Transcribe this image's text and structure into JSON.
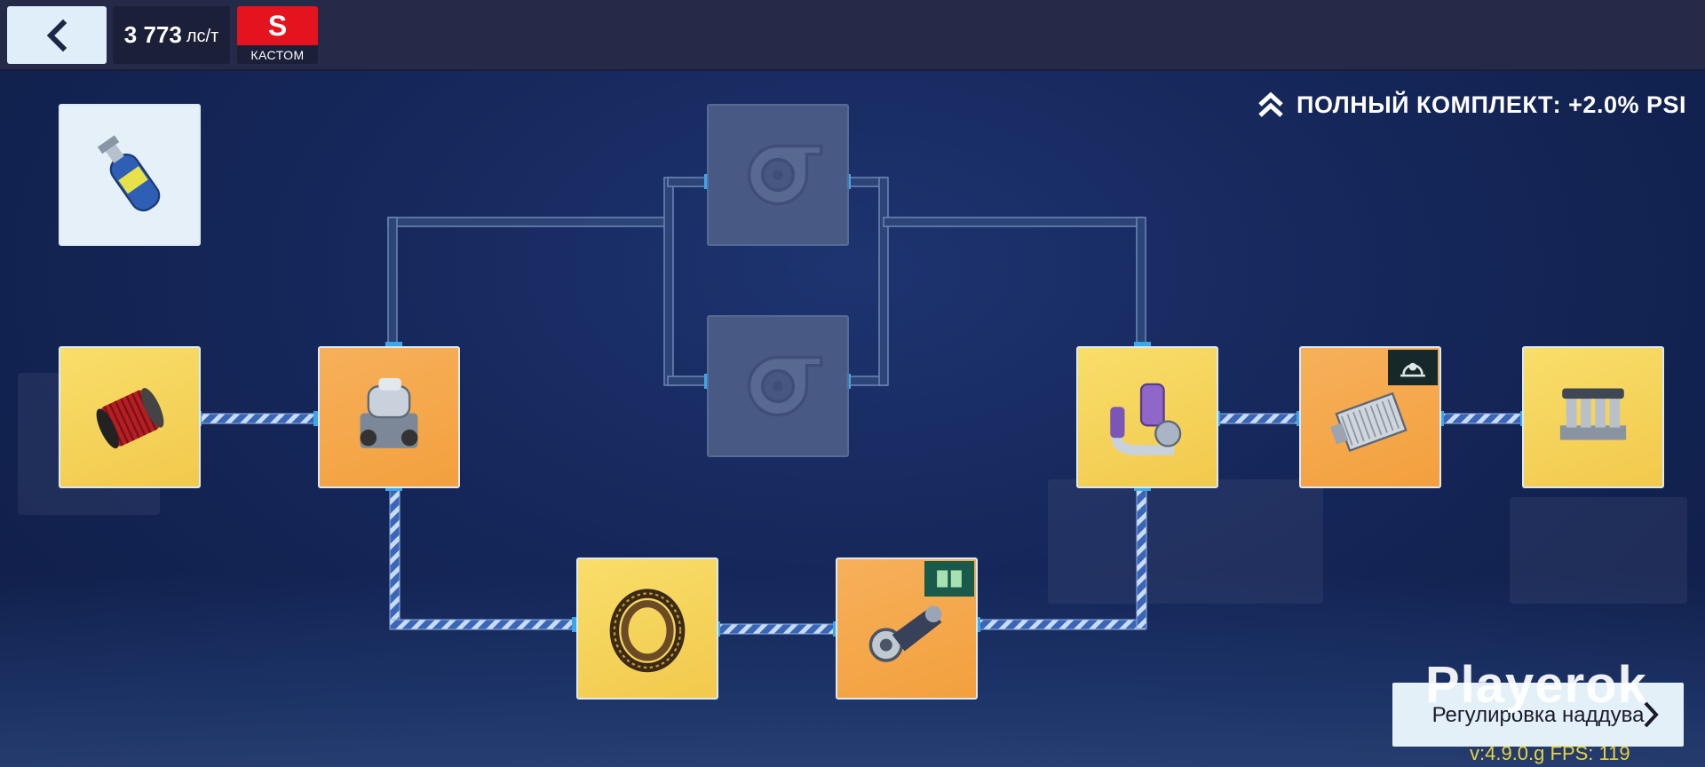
{
  "header": {
    "back_icon": "chevron-left-icon",
    "power_value": "3 773",
    "power_unit": "лс/т",
    "class_letter": "S",
    "class_label": "КАСТОМ",
    "class_color": "#e4141f"
  },
  "bonus": {
    "icon": "double-chevron-up-icon",
    "text": "ПОЛНЫЙ КОМПЛЕКТ: +2.0% PSI"
  },
  "parts": [
    {
      "id": "nitrous",
      "icon": "nitrous-bottle-icon",
      "color": "white",
      "state": "installed"
    },
    {
      "id": "air-filter",
      "icon": "air-filter-icon",
      "color": "yellow",
      "state": "installed"
    },
    {
      "id": "supercharger",
      "icon": "supercharger-icon",
      "color": "orange",
      "state": "installed"
    },
    {
      "id": "turbo-1",
      "icon": "turbo-icon",
      "color": "gray",
      "state": "locked"
    },
    {
      "id": "turbo-2",
      "icon": "turbo-icon",
      "color": "gray",
      "state": "locked"
    },
    {
      "id": "belt",
      "icon": "drive-belt-icon",
      "color": "yellow",
      "state": "installed"
    },
    {
      "id": "pulley",
      "icon": "pulley-icon",
      "color": "orange",
      "state": "installed",
      "badge": "book-icon"
    },
    {
      "id": "intake-pipe",
      "icon": "intake-pipe-icon",
      "color": "yellow",
      "state": "installed"
    },
    {
      "id": "intercooler",
      "icon": "intercooler-icon",
      "color": "orange",
      "state": "installed",
      "badge": "crown-icon"
    },
    {
      "id": "intake-manifold",
      "icon": "intake-manifold-icon",
      "color": "yellow",
      "state": "installed"
    }
  ],
  "boost_button": {
    "label": "Регулировка наддува",
    "icon": "chevron-right-icon"
  },
  "watermark": "Playerok",
  "version": "v:4.9.0.g FPS: 119"
}
